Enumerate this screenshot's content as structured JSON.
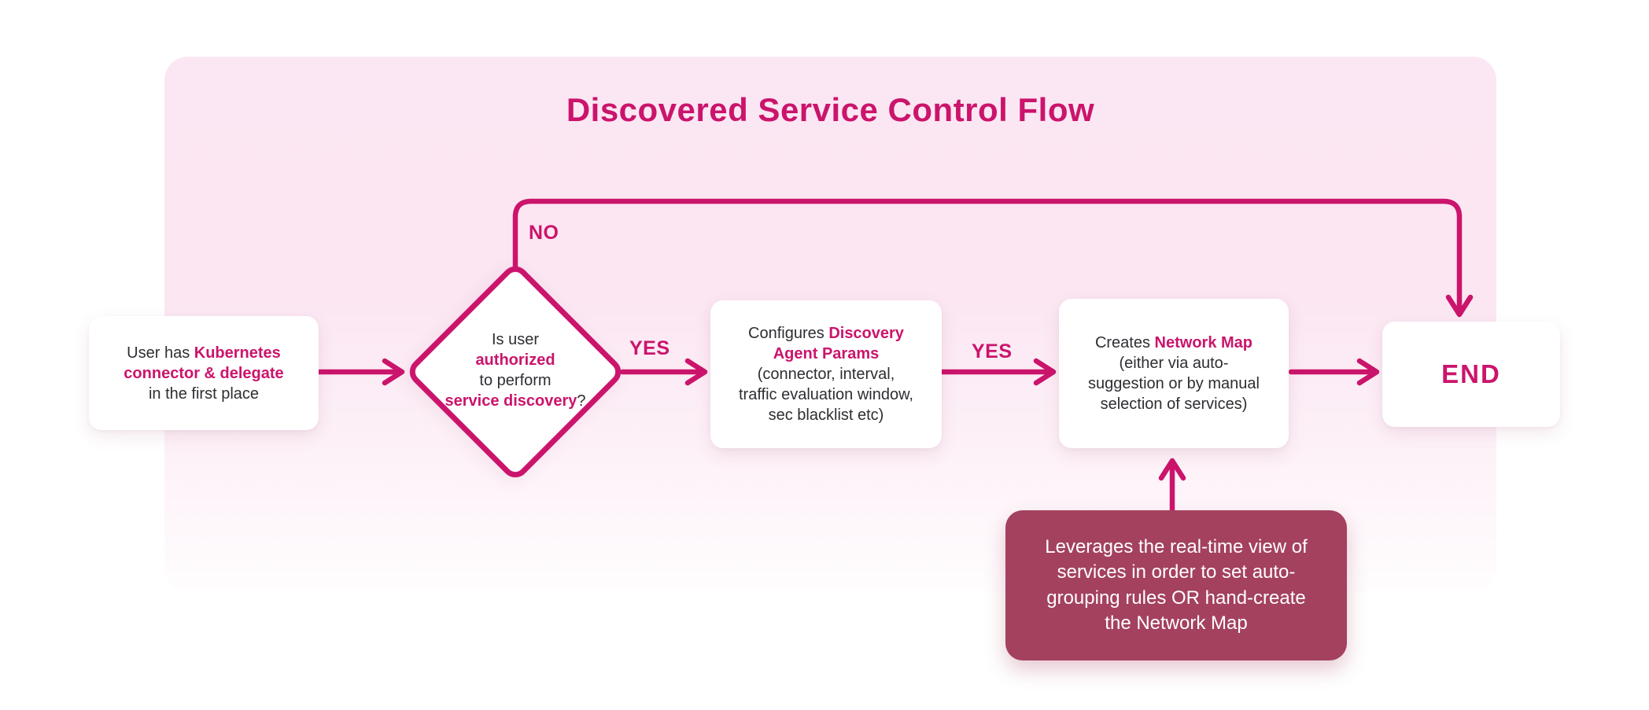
{
  "title": "Discovered Service Control Flow",
  "colors": {
    "accent": "#CB146C",
    "note_bg": "#A4415F",
    "text_dark": "#2E2E33",
    "container_top": "#FBE7F3"
  },
  "nodes": {
    "start": {
      "line1_normal": "User has ",
      "line1_bold": "Kubernetes",
      "line2_bold": "connector & delegate",
      "line3": "in the first place"
    },
    "decision": {
      "line1": "Is user",
      "line2_bold": "authorized",
      "line3": "to perform",
      "line4_bold": "service discovery",
      "line4_suffix": "?"
    },
    "configure": {
      "line1_normal": "Configures ",
      "line1_bold": "Discovery",
      "line2_bold": "Agent Params",
      "line3": "(connector, interval,",
      "line4": "traffic evaluation window,",
      "line5": "sec blacklist etc)"
    },
    "create_map": {
      "line1_normal": "Creates ",
      "line1_bold": "Network Map",
      "line2": "(either via auto-",
      "line3": "suggestion or by manual",
      "line4": "selection of services)"
    },
    "end": {
      "label": "END"
    },
    "note": {
      "line1": "Leverages the real-time view of",
      "line2": "services in order to set auto-",
      "line3": "grouping rules OR hand-create",
      "line4": "the Network Map"
    }
  },
  "edge_labels": {
    "no": "NO",
    "yes_to_configure": "YES",
    "yes_to_create": "YES"
  }
}
